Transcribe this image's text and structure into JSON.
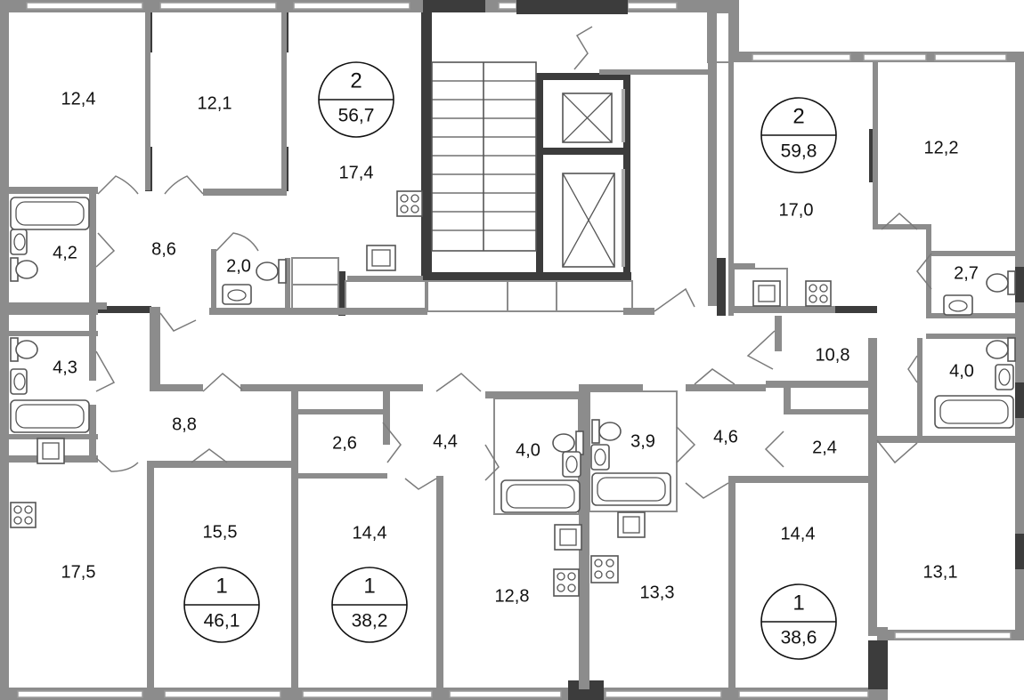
{
  "rooms": [
    {
      "id": "r-12-4",
      "area": "12,4"
    },
    {
      "id": "r-12-1",
      "area": "12,1"
    },
    {
      "id": "r-17-4",
      "area": "17,4"
    },
    {
      "id": "r-4-2",
      "area": "4,2"
    },
    {
      "id": "r-8-6",
      "area": "8,6"
    },
    {
      "id": "r-2-0",
      "area": "2,0"
    },
    {
      "id": "r-12-2",
      "area": "12,2"
    },
    {
      "id": "r-17-0",
      "area": "17,0"
    },
    {
      "id": "r-2-7",
      "area": "2,7"
    },
    {
      "id": "r-10-8",
      "area": "10,8"
    },
    {
      "id": "r-4-0a",
      "area": "4,0"
    },
    {
      "id": "r-4-3",
      "area": "4,3"
    },
    {
      "id": "r-8-8",
      "area": "8,8"
    },
    {
      "id": "r-2-6",
      "area": "2,6"
    },
    {
      "id": "r-4-4",
      "area": "4,4"
    },
    {
      "id": "r-4-0b",
      "area": "4,0"
    },
    {
      "id": "r-3-9",
      "area": "3,9"
    },
    {
      "id": "r-4-6",
      "area": "4,6"
    },
    {
      "id": "r-2-4",
      "area": "2,4"
    },
    {
      "id": "r-17-5",
      "area": "17,5"
    },
    {
      "id": "r-15-5",
      "area": "15,5"
    },
    {
      "id": "r-14-4a",
      "area": "14,4"
    },
    {
      "id": "r-12-8",
      "area": "12,8"
    },
    {
      "id": "r-13-3",
      "area": "13,3"
    },
    {
      "id": "r-14-4b",
      "area": "14,4"
    },
    {
      "id": "r-13-1",
      "area": "13,1"
    }
  ],
  "apartments": [
    {
      "id": "apt-1",
      "rooms": "2",
      "area": "56,7"
    },
    {
      "id": "apt-2",
      "rooms": "2",
      "area": "59,8"
    },
    {
      "id": "apt-3",
      "rooms": "1",
      "area": "46,1"
    },
    {
      "id": "apt-4",
      "rooms": "1",
      "area": "38,2"
    },
    {
      "id": "apt-5",
      "rooms": "1",
      "area": "38,6"
    }
  ]
}
